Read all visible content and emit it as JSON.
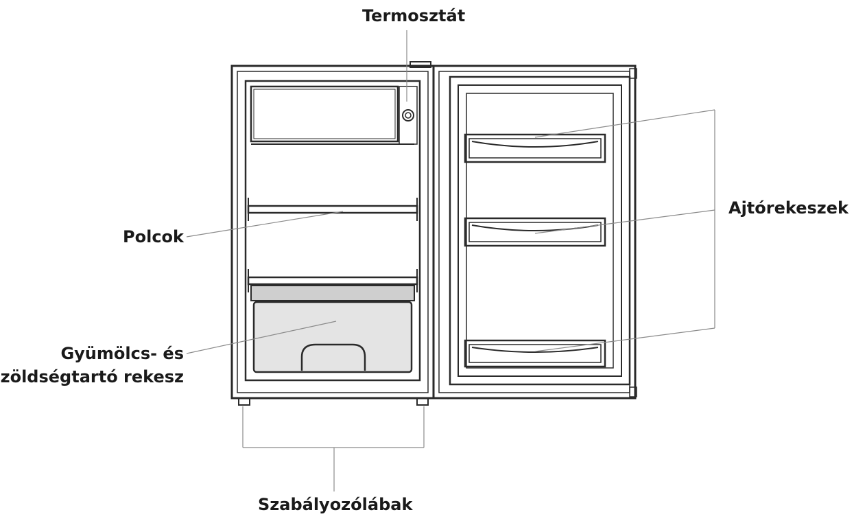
{
  "labels": {
    "thermostat": "Termosztát",
    "shelves": "Polcok",
    "crisper_line1": "Gyümölcs- és",
    "crisper_line2": "zöldségtartó rekesz",
    "door_bins": "Ajtórekeszek",
    "leveling_feet": "Szabályozólábak"
  },
  "colors": {
    "outline": "#2a2a2a",
    "leader": "#8a8a8a",
    "crisper_fill": "#e4e4e4",
    "crisper_front": "#cfcfcf"
  }
}
